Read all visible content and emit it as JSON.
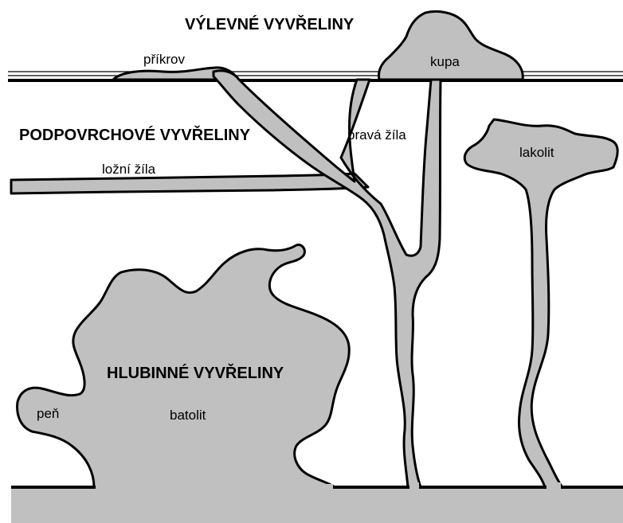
{
  "headings": {
    "extrusive": "VÝLEVNÉ VYVŘELINY",
    "subsurface": "PODPOVRCHOVÉ VYVŘELINY",
    "deep": "HLUBINNÉ VYVŘELINY"
  },
  "labels": {
    "nappe": "příkrov",
    "dome": "kupa",
    "dike": "pravá žíla",
    "sill": "ložní žíla",
    "laccolith": "lakolit",
    "stock": "peň",
    "batholith": "batolit"
  },
  "colors": {
    "rock": "#c0c0c0",
    "outline": "#000000",
    "background": "#ffffff"
  }
}
